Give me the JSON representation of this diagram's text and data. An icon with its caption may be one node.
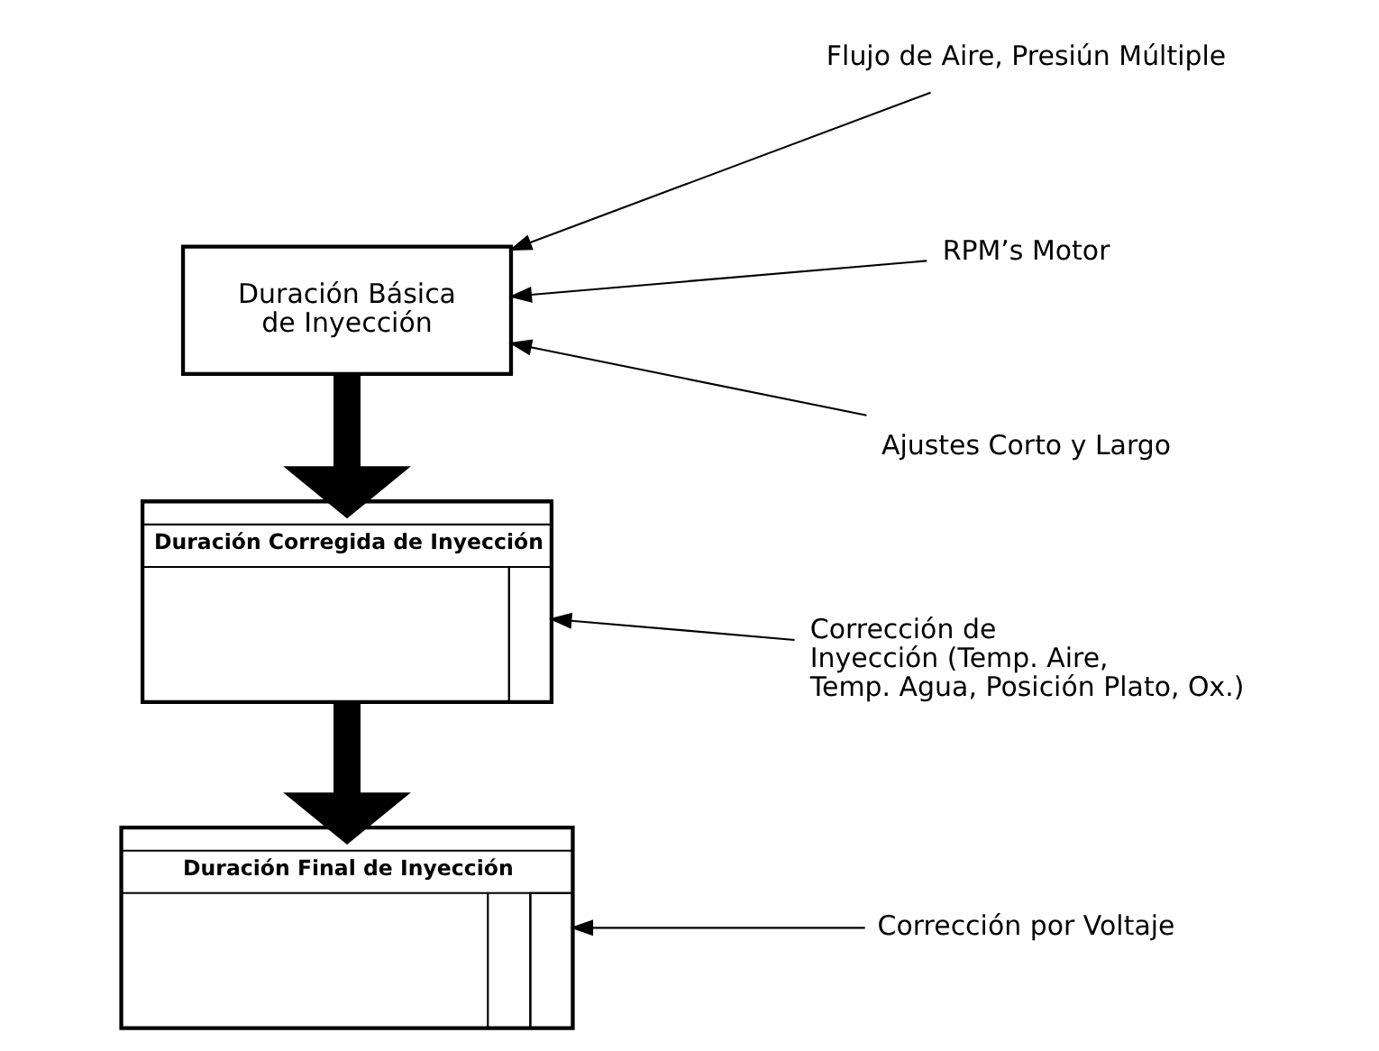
{
  "diagram": {
    "nodes": [
      {
        "text": [
          "Duración Básica de Inyección"
        ]
      },
      {
        "text": [
          "Flujo de Aire, Presiún Múltiple"
        ]
      },
      {
        "text": [
          "RPM’s Motor"
        ]
      },
      {
        "text": [
          "Ajustes Corto y Largo"
        ]
      },
      {
        "text": [
          "Duración Corregida de Inyección"
        ]
      },
      {
        "text": [
          "Corrección de Inyección (Temp. Aire, Temp. Agua, Posición Plato, Ox.)"
        ]
      },
      {
        "text": [
          "Duración Final de Inyección"
        ]
      },
      {
        "text": [
          "Corrección por Voltaje"
        ]
      }
    ],
    "edges": [
      {
        "from": 1,
        "to": 0,
        "arrow": "to"
      },
      {
        "from": 2,
        "to": 0,
        "arrow": "to"
      },
      {
        "from": 3,
        "to": 0,
        "arrow": "to"
      },
      {
        "from": 0,
        "to": 4,
        "arrow": "to",
        "style": "thick"
      },
      {
        "from": 5,
        "to": 4,
        "arrow": "to"
      },
      {
        "from": 4,
        "to": 6,
        "arrow": "to",
        "style": "thick"
      },
      {
        "from": 7,
        "to": 6,
        "arrow": "to"
      }
    ]
  }
}
